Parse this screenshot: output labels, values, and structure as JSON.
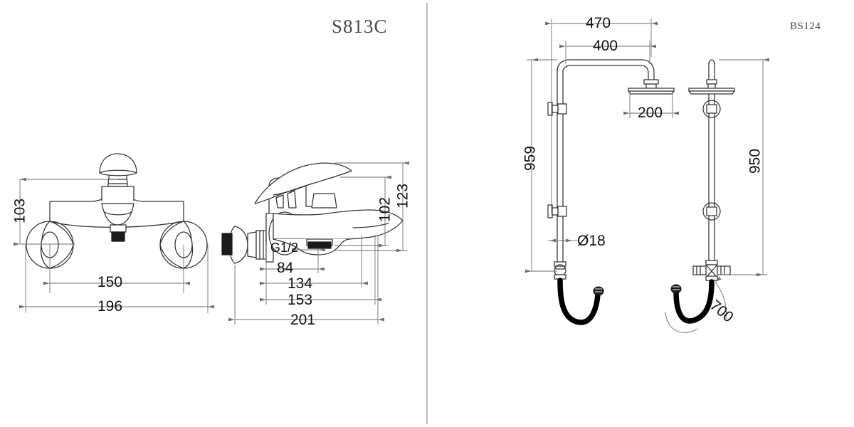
{
  "sheet": {
    "background": "#ffffff",
    "line_color": "#333333",
    "dim_line_color": "#6e6e6e",
    "text_color": "#111111",
    "title_color": "#4a4a4a",
    "hose_color": "#000000"
  },
  "left_panel": {
    "title": "S813C",
    "front_view": {
      "name": "bath-shower-mixer-front-view",
      "dimensions": {
        "height_vertical": "103",
        "center_distance": "150",
        "overall_width": "196"
      }
    },
    "side_view": {
      "name": "bath-shower-mixer-side-view",
      "dimensions": {
        "thread_label": "G1/2",
        "to_inlet": "84",
        "to_diverter": "134",
        "to_body": "153",
        "overall_depth": "201",
        "height_spout": "102",
        "height_overall": "123"
      }
    }
  },
  "right_panel": {
    "code": "BS124",
    "front_view": {
      "name": "shower-column-front-view",
      "dimensions": {
        "arm_overall": "470",
        "arm_reach": "400",
        "head_diameter": "200",
        "riser_height": "959",
        "riser_tube_diameter": "Ø18"
      }
    },
    "side_view": {
      "name": "shower-column-side-view",
      "dimensions": {
        "riser_height": "950",
        "hose_length": "700"
      }
    }
  }
}
